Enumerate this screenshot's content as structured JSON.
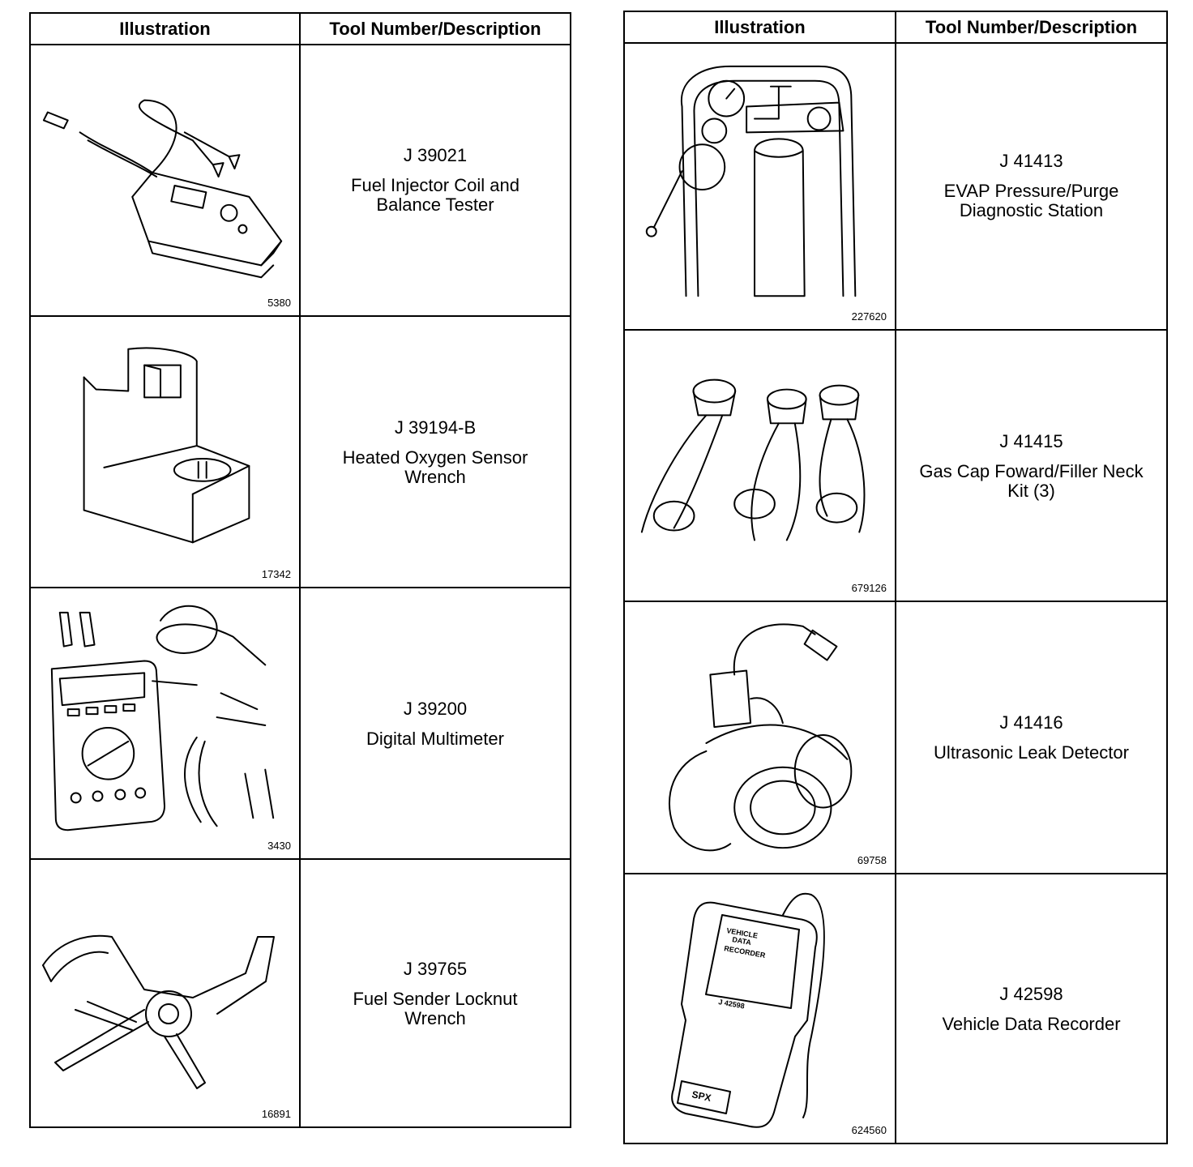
{
  "headers": {
    "illustration": "Illustration",
    "tool": "Tool Number/Description"
  },
  "left": [
    {
      "fig": "5380",
      "number": "J 39021",
      "name": "Fuel Injector Coil and\nBalance Tester"
    },
    {
      "fig": "17342",
      "number": "J 39194-B",
      "name": "Heated Oxygen Sensor\nWrench"
    },
    {
      "fig": "3430",
      "number": "J 39200",
      "name": "Digital Multimeter"
    },
    {
      "fig": "16891",
      "number": "J 39765",
      "name": "Fuel Sender Locknut\nWrench"
    }
  ],
  "right": [
    {
      "fig": "227620",
      "number": "J 41413",
      "name": "EVAP Pressure/Purge\nDiagnostic Station"
    },
    {
      "fig": "679126",
      "number": "J 41415",
      "name": "Gas Cap Foward/Filler Neck\nKit (3)"
    },
    {
      "fig": "69758",
      "number": "J 41416",
      "name": "Ultrasonic Leak Detector"
    },
    {
      "fig": "624560",
      "number": "J 42598",
      "name": "Vehicle Data Recorder"
    }
  ],
  "illustrations": {
    "recorder_text": [
      "VEHICLE",
      "DATA",
      "RECORDER"
    ],
    "recorder_model": "J 42598",
    "recorder_brand": "SPX"
  }
}
